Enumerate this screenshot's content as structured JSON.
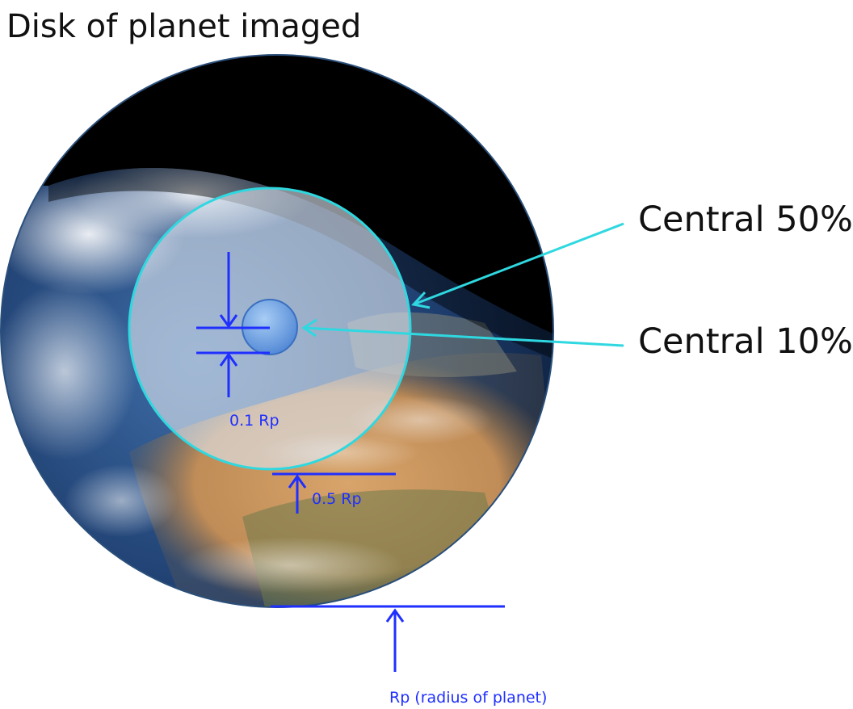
{
  "title": "Disk of planet imaged",
  "callouts": {
    "central_50": "Central 50%",
    "central_10": "Central 10%"
  },
  "dimension_labels": {
    "inner": "0.1 Rp",
    "middle": "0.5 Rp",
    "outer": "Rp (radius of planet)"
  },
  "colors": {
    "dimension_blue": "#1f2fff",
    "callout_cyan": "#2fd8e0",
    "space_black": "#000000",
    "inner_disk_blue": "#6fa6ea"
  }
}
